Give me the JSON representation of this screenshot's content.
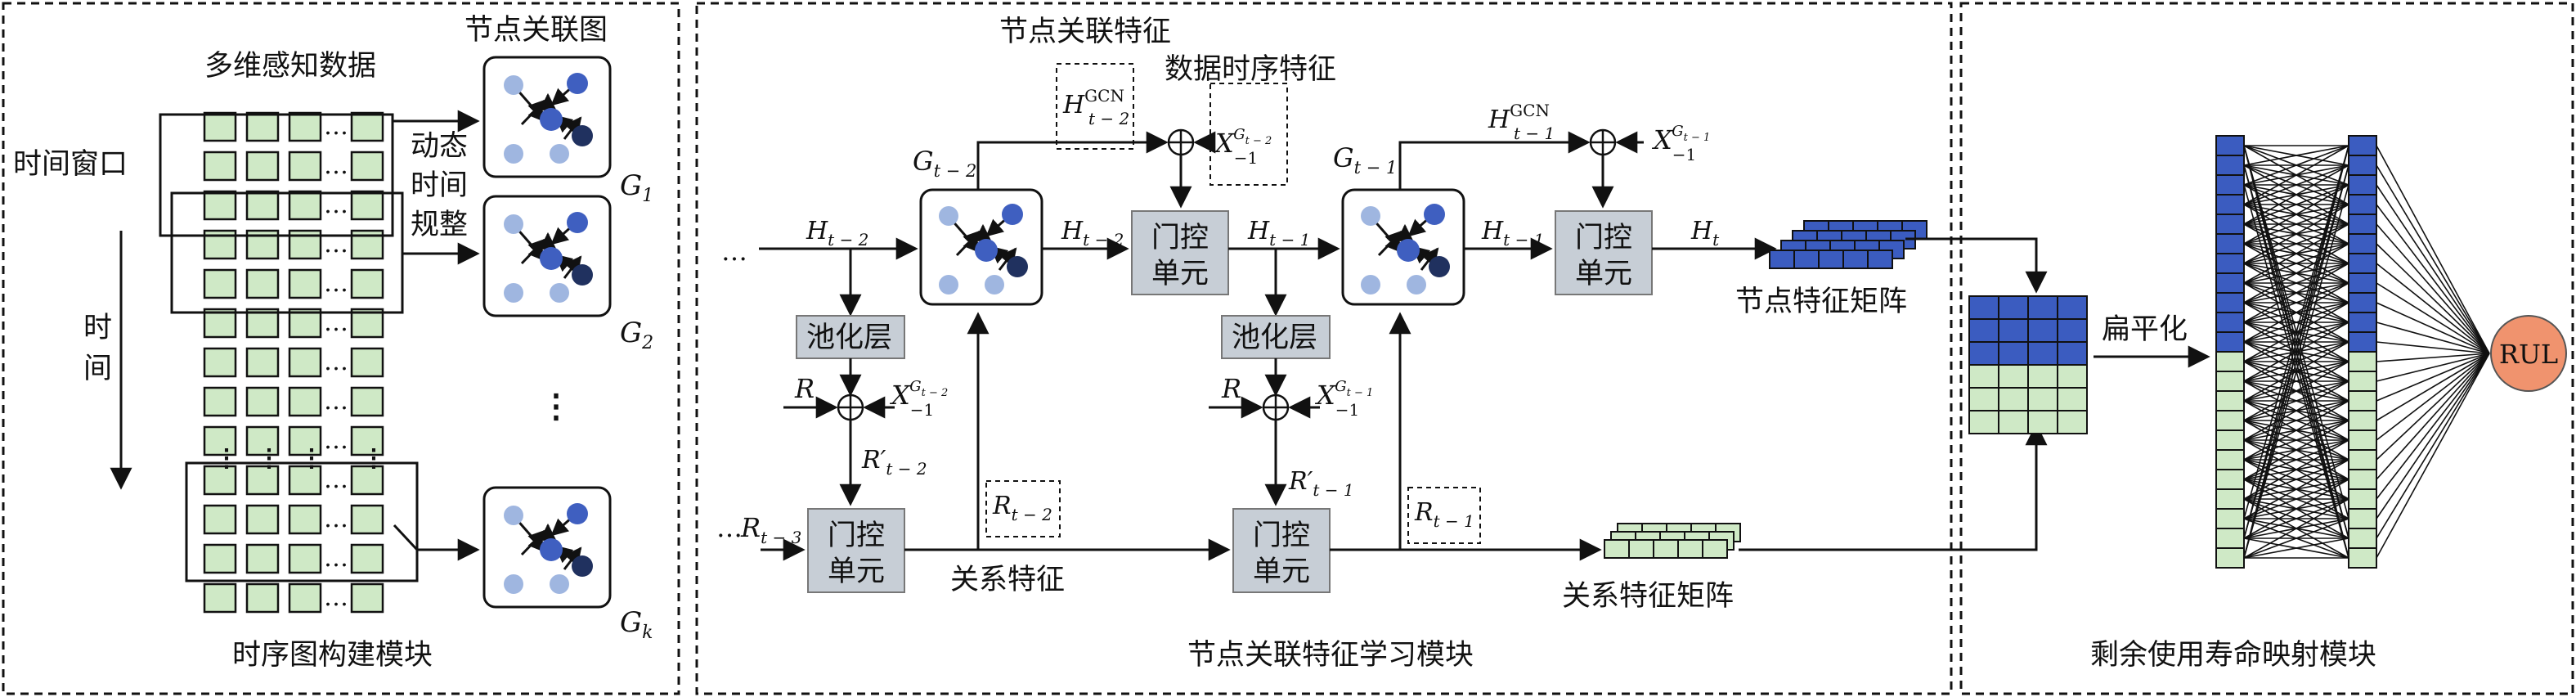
{
  "colors": {
    "cell_green": "#cfe9c6",
    "gate_gray": "#c7ced6",
    "pool_gray": "#c7ced6",
    "node_blue": "#3f5fc0",
    "node_light": "#9fb6e0",
    "node_dark": "#20315f",
    "rul_fill": "#f0936e",
    "matrix_blue": "#3b5cc0"
  },
  "modules": {
    "left_title": "时序图构建模块",
    "middle_title": "节点关联特征学习模块",
    "right_title": "剩余使用寿命映射模块"
  },
  "left": {
    "multidim": "多维感知数据",
    "node_graph": "节点关联图",
    "time_window": "时间窗口",
    "time_v1": "时",
    "time_v2": "间",
    "dtw_1": "动态",
    "dtw_2": "时间",
    "dtw_3": "规整",
    "g1_base": "G",
    "g1_sub": "1",
    "g2_base": "G",
    "g2_sub": "2",
    "gk_base": "G",
    "gk_sub": "k",
    "vdots": "⋮"
  },
  "middle": {
    "node_assoc_feature": "节点关联特征",
    "data_temporal_feature": "数据时序特征",
    "relation_feature": "关系特征",
    "node_feature_matrix": "节点特征矩阵",
    "relation_feature_matrix": "关系特征矩阵",
    "gate_line1": "门控",
    "gate_line2": "单元",
    "pool": "池化层",
    "ellipsis": "…",
    "H_tm2": {
      "base": "H",
      "sub": "t − 2"
    },
    "H_tm1": {
      "base": "H",
      "sub": "t − 1"
    },
    "H_t": {
      "base": "H",
      "sub": "t"
    },
    "G_tm2": {
      "base": "G",
      "sub": "t − 2"
    },
    "G_tm1": {
      "base": "G",
      "sub": "t − 1"
    },
    "HGCN_tm2": {
      "base": "H",
      "sup": "GCN",
      "sub": "t − 2"
    },
    "HGCN_tm1": {
      "base": "H",
      "sup": "GCN",
      "sub": "t − 1"
    },
    "X_tm2": {
      "base": "X",
      "sub": "−1",
      "sup": "G",
      "supsub": "t − 2"
    },
    "X_tm1": {
      "base": "X",
      "sub": "−1",
      "sup": "G",
      "supsub": "t − 1"
    },
    "R": "R",
    "Rp_tm2": {
      "base": "R′",
      "sub": "t − 2"
    },
    "Rp_tm1": {
      "base": "R′",
      "sub": "t − 1"
    },
    "R_tm3": {
      "base": "R",
      "sub": "t − 3"
    },
    "R_tm2": {
      "base": "R",
      "sub": "t − 2"
    },
    "R_tm1": {
      "base": "R",
      "sub": "t − 1"
    },
    "oplus": "⊕"
  },
  "right": {
    "flatten": "扁平化",
    "rul": "RUL"
  }
}
